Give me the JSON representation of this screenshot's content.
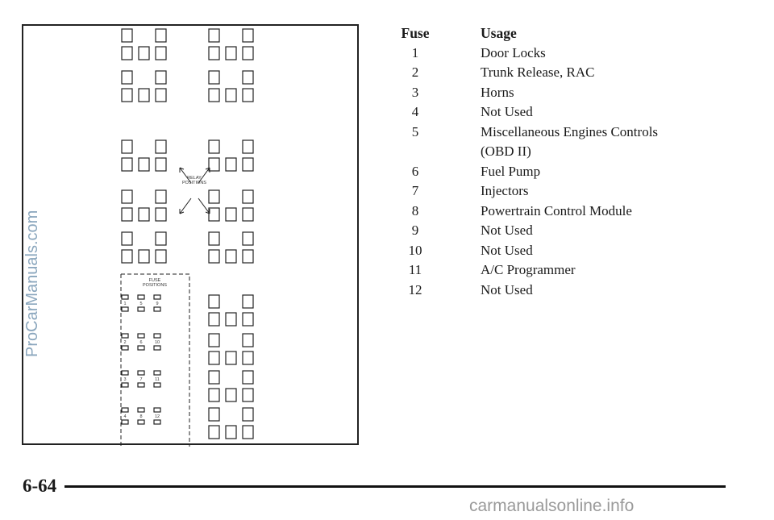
{
  "diagram": {
    "relay_label_line1": "RELAY",
    "relay_label_line2": "POSITIONS",
    "fuse_label_line1": "FUSE",
    "fuse_label_line2": "POSITIONS",
    "fuse_numbers": [
      "1",
      "5",
      "9",
      "2",
      "6",
      "10",
      "3",
      "7",
      "11",
      "4",
      "8",
      "12"
    ]
  },
  "table": {
    "header_fuse": "Fuse",
    "header_usage": "Usage",
    "rows": [
      {
        "fuse": "1",
        "usage": "Door Locks"
      },
      {
        "fuse": "2",
        "usage": "Trunk Release, RAC"
      },
      {
        "fuse": "3",
        "usage": "Horns"
      },
      {
        "fuse": "4",
        "usage": "Not Used"
      },
      {
        "fuse": "5",
        "usage": "Miscellaneous Engines Controls",
        "usage2": "(OBD II)"
      },
      {
        "fuse": "6",
        "usage": "Fuel Pump"
      },
      {
        "fuse": "7",
        "usage": "Injectors"
      },
      {
        "fuse": "8",
        "usage": "Powertrain Control Module"
      },
      {
        "fuse": "9",
        "usage": "Not Used"
      },
      {
        "fuse": "10",
        "usage": "Not Used"
      },
      {
        "fuse": "11",
        "usage": "A/C Programmer"
      },
      {
        "fuse": "12",
        "usage": "Not Used"
      }
    ]
  },
  "page_number": "6-64",
  "watermark_side": "ProCarManuals.com",
  "watermark_bottom": "carmanualsonline.info"
}
